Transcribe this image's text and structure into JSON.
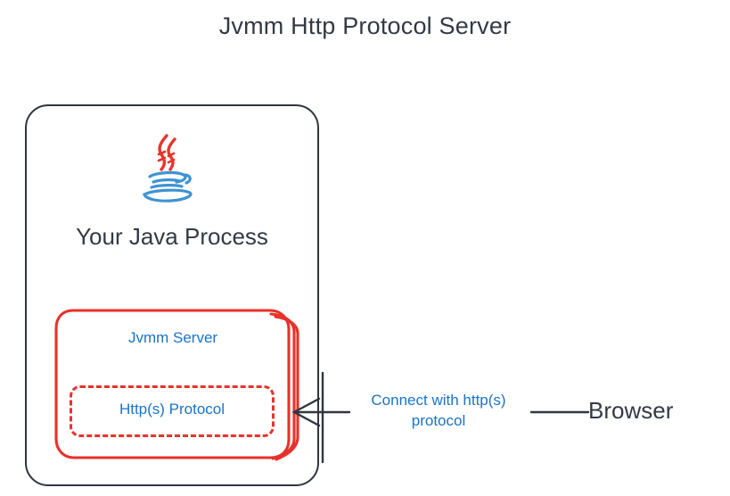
{
  "diagram": {
    "title": "Jvmm Http Protocol Server",
    "colors": {
      "outline_dark": "#2f3640",
      "accent_red": "#e8312a",
      "accent_blue": "#1a73c8",
      "text_dark": "#333a45",
      "background": "#ffffff",
      "java_logo_red": "#e76f6f",
      "java_logo_blue": "#4a9fd8"
    },
    "process": {
      "label": "Your Java Process",
      "logo_icon": "java-logo-icon"
    },
    "server": {
      "label": "Jvmm Server"
    },
    "protocol": {
      "label": "Http(s) Protocol"
    },
    "connection": {
      "label_line_1": "Connect with http(s)",
      "label_line_2": "protocol",
      "arrow_icon": "arrow-left-icon",
      "link_icon": "connector-line-icon"
    },
    "client": {
      "label": "Browser"
    }
  }
}
